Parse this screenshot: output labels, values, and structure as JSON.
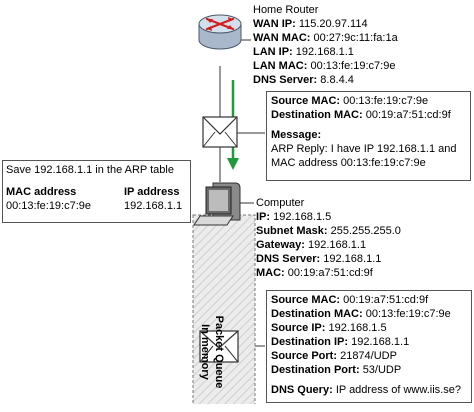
{
  "router": {
    "title": "Home Router",
    "rows": [
      {
        "label": "WAN IP:",
        "value": "115.20.97.114"
      },
      {
        "label": "WAN MAC:",
        "value": "00:27:9c:11:fa:1a"
      },
      {
        "label": "LAN IP:",
        "value": "192.168.1.1"
      },
      {
        "label": "LAN MAC:",
        "value": "00:13:fe:19:c7:9e"
      },
      {
        "label": "DNS Server:",
        "value": "8.8.4.4"
      }
    ]
  },
  "reply_packet": {
    "rows": [
      {
        "label": "Source MAC:",
        "value": "00:13:fe:19:c7:9e"
      },
      {
        "label": "Destination MAC:",
        "value": "00:19:a7:51:cd:9f"
      }
    ],
    "message_label": "Message:",
    "message_line1": "ARP Reply: I have IP 192.168.1.1 and",
    "message_line2": "MAC address 00:13:fe:19:c7:9e"
  },
  "arp_table": {
    "caption": "Save 192.168.1.1 in the ARP table",
    "col_mac": "MAC address",
    "col_ip": "IP address",
    "mac": "00:13:fe:19:c7:9e",
    "ip": "192.168.1.1"
  },
  "computer": {
    "title": "Computer",
    "rows": [
      {
        "label": "IP:",
        "value": "192.168.1.5"
      },
      {
        "label": "Subnet Mask:",
        "value": "255.255.255.0"
      },
      {
        "label": "Gateway:",
        "value": "192.168.1.1"
      },
      {
        "label": "DNS Server:",
        "value": "192.168.1.1"
      },
      {
        "label": "MAC:",
        "value": "00:19:a7:51:cd:9f"
      }
    ]
  },
  "queue": {
    "line1": "Packet Queue",
    "line2": "In memory"
  },
  "dns_packet": {
    "rows": [
      {
        "label": "Source MAC:",
        "value": "00:19:a7:51:cd:9f"
      },
      {
        "label": "Destination MAC:",
        "value": "00:13:fe:19:c7:9e"
      },
      {
        "label": "Source IP:",
        "value": "192.168.1.5"
      },
      {
        "label": "Destination IP:",
        "value": "192.168.1.1"
      },
      {
        "label": "Source Port:",
        "value": "21874/UDP"
      },
      {
        "label": "Destination Port:",
        "value": "53/UDP"
      }
    ],
    "query_label": "DNS Query:",
    "query_value": "IP address of www.iis.se?"
  },
  "colors": {
    "arrow": "#1f9a3a",
    "router_body": "#c9d6e4",
    "router_arrows": "#d11f1f",
    "queue_fill": "#e6e6e6"
  }
}
